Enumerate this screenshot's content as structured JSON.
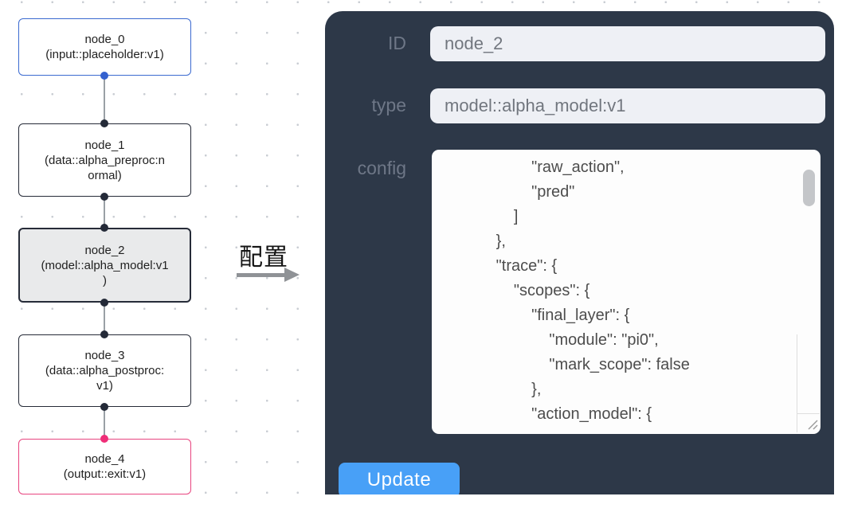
{
  "canvas": {
    "nodes": [
      {
        "id": "node_0",
        "lines": [
          "node_0",
          "(input::placeholder:v1)"
        ]
      },
      {
        "id": "node_1",
        "lines": [
          "node_1",
          "(data::alpha_preproc:n",
          "ormal)"
        ]
      },
      {
        "id": "node_2",
        "lines": [
          "node_2",
          "(model::alpha_model:v1",
          ")"
        ]
      },
      {
        "id": "node_3",
        "lines": [
          "node_3",
          "(data::alpha_postproc:",
          "v1)"
        ]
      },
      {
        "id": "node_4",
        "lines": [
          "node_4",
          "(output::exit:v1)"
        ]
      }
    ],
    "selected_node": "node_2"
  },
  "transition": {
    "label": "配置"
  },
  "panel": {
    "id_field": {
      "label": "ID",
      "value": "node_2"
    },
    "type_field": {
      "label": "type",
      "value": "model::alpha_model:v1"
    },
    "config_field": {
      "label": "config",
      "text": "                    \"raw_action\",\n                    \"pred\"\n                ]\n            },\n            \"trace\": {\n                \"scopes\": {\n                    \"final_layer\": {\n                        \"module\": \"pi0\",\n                        \"mark_scope\": false\n                    },\n                    \"action_model\": {"
    },
    "update_button": "Update"
  },
  "colors": {
    "panel_bg": "#2d3848",
    "button_blue": "#48a0f7",
    "input_node_border": "#3b6ad0",
    "output_node_border": "#e8447f",
    "default_node_border": "#262b38",
    "selected_node_fill": "#e9eaeb",
    "port_blue": "#3461cf",
    "port_pink": "#ef2e78",
    "edge_gray": "#9aa0a6"
  }
}
